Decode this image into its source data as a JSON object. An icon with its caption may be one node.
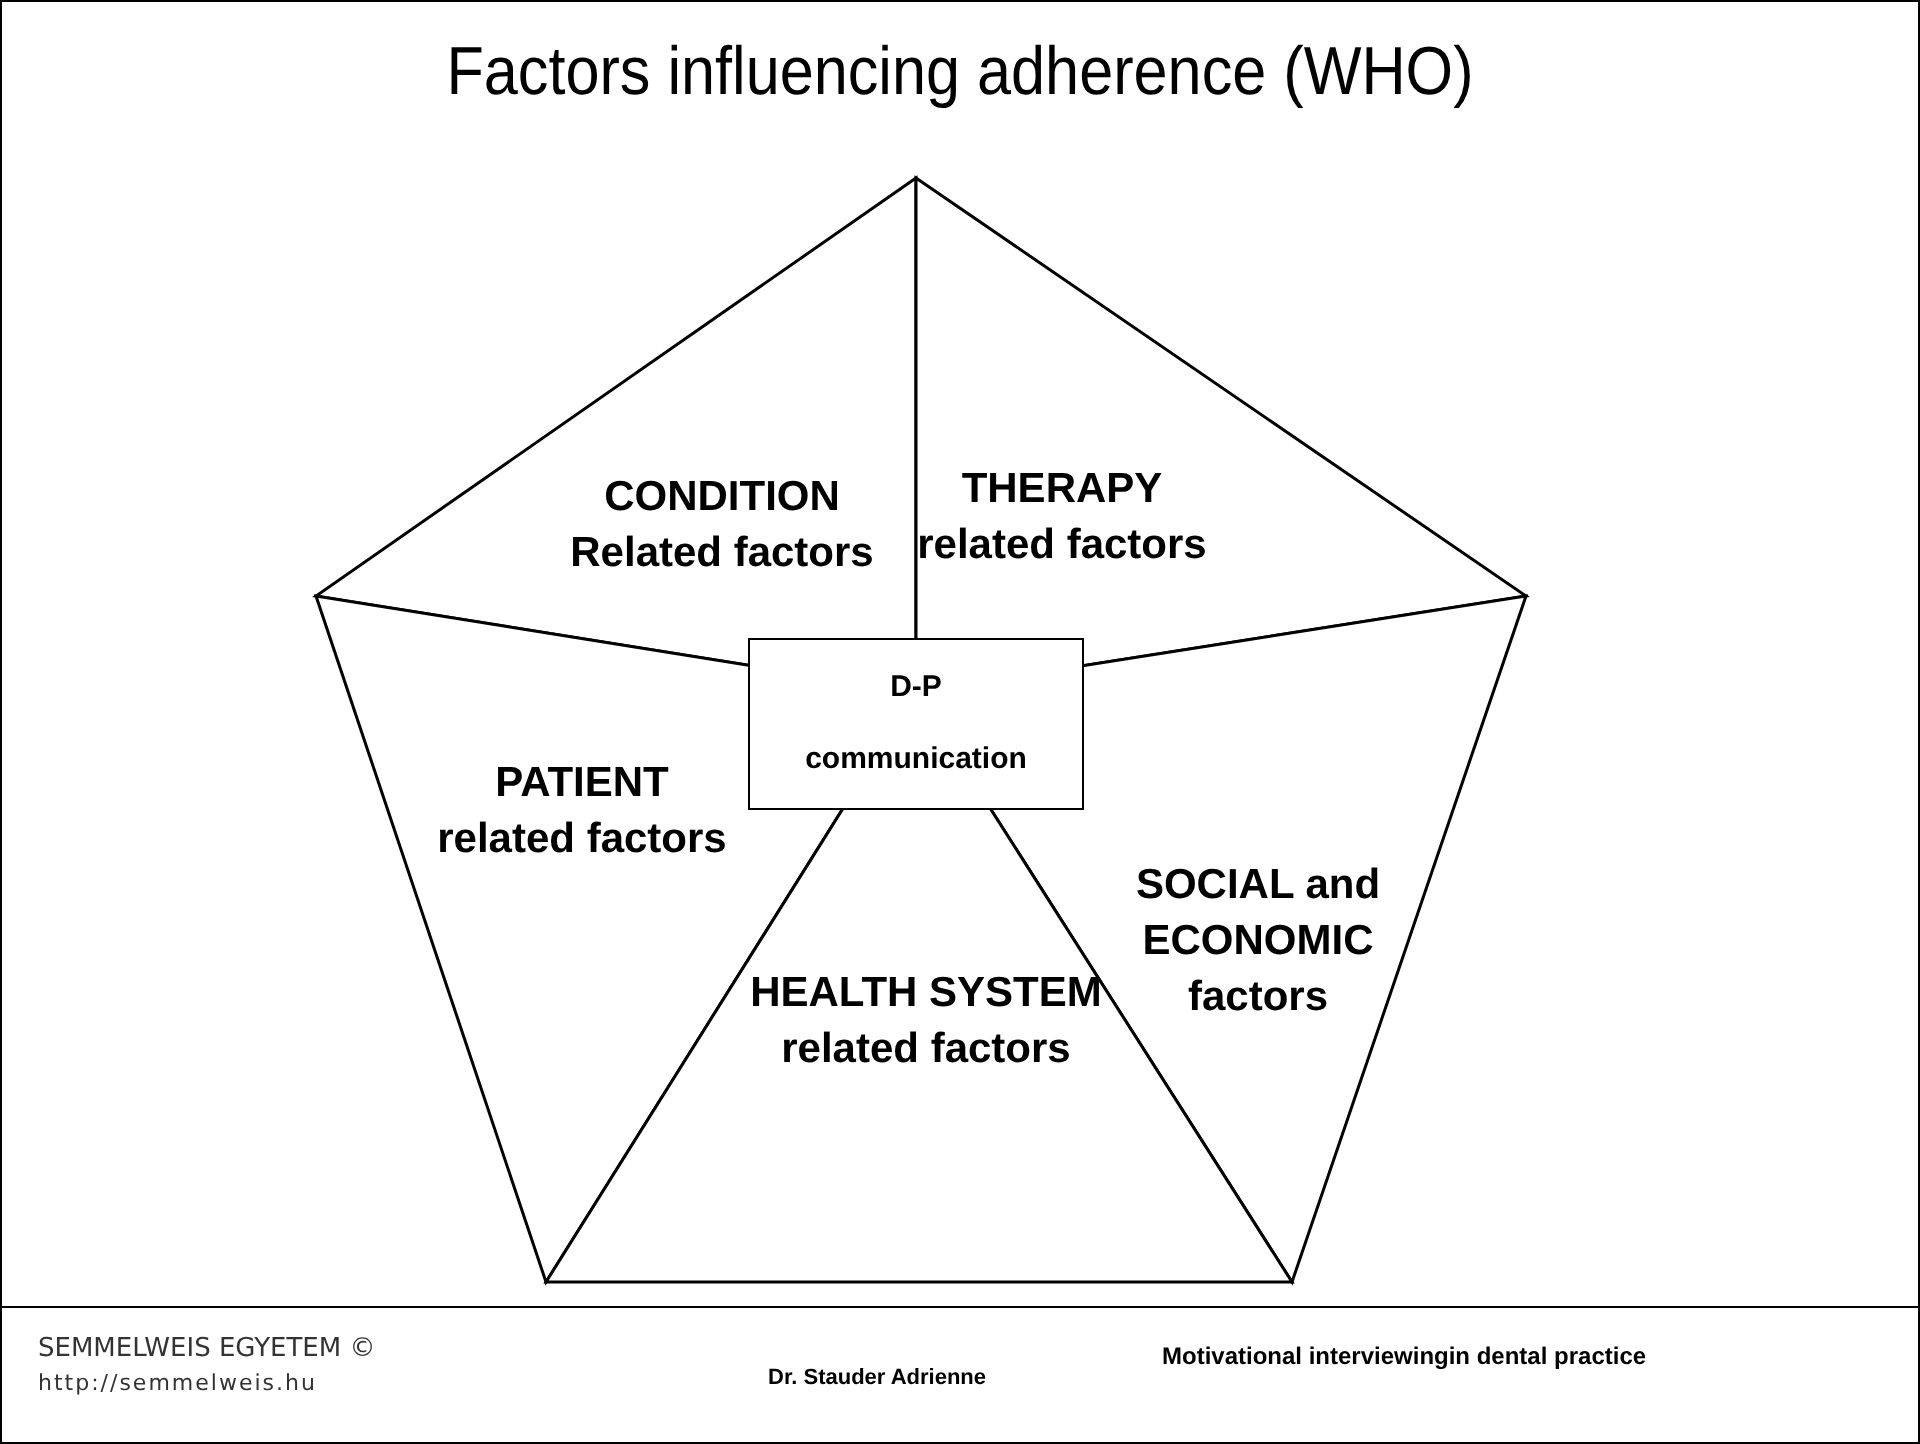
{
  "diagram": {
    "title": "Factors influencing adherence (WHO)",
    "nodes": [
      {
        "text": [
          "CONDITION Related factors"
        ]
      },
      {
        "text": [
          "THERAPY related factors"
        ]
      },
      {
        "text": [
          "D-P communication"
        ]
      },
      {
        "text": [
          "PATIENT related factors"
        ]
      },
      {
        "text": [
          "SOCIAL and ECONOMIC factors"
        ]
      },
      {
        "text": [
          "HEALTH SYSTEM related factors"
        ]
      }
    ],
    "edges": [],
    "labels": [
      "SEMMELWEIS EGYETEM ©",
      "http://semmelweis.hu",
      "Dr. Stauder Adrienne",
      "Motivational interviewingin dental practice"
    ]
  }
}
